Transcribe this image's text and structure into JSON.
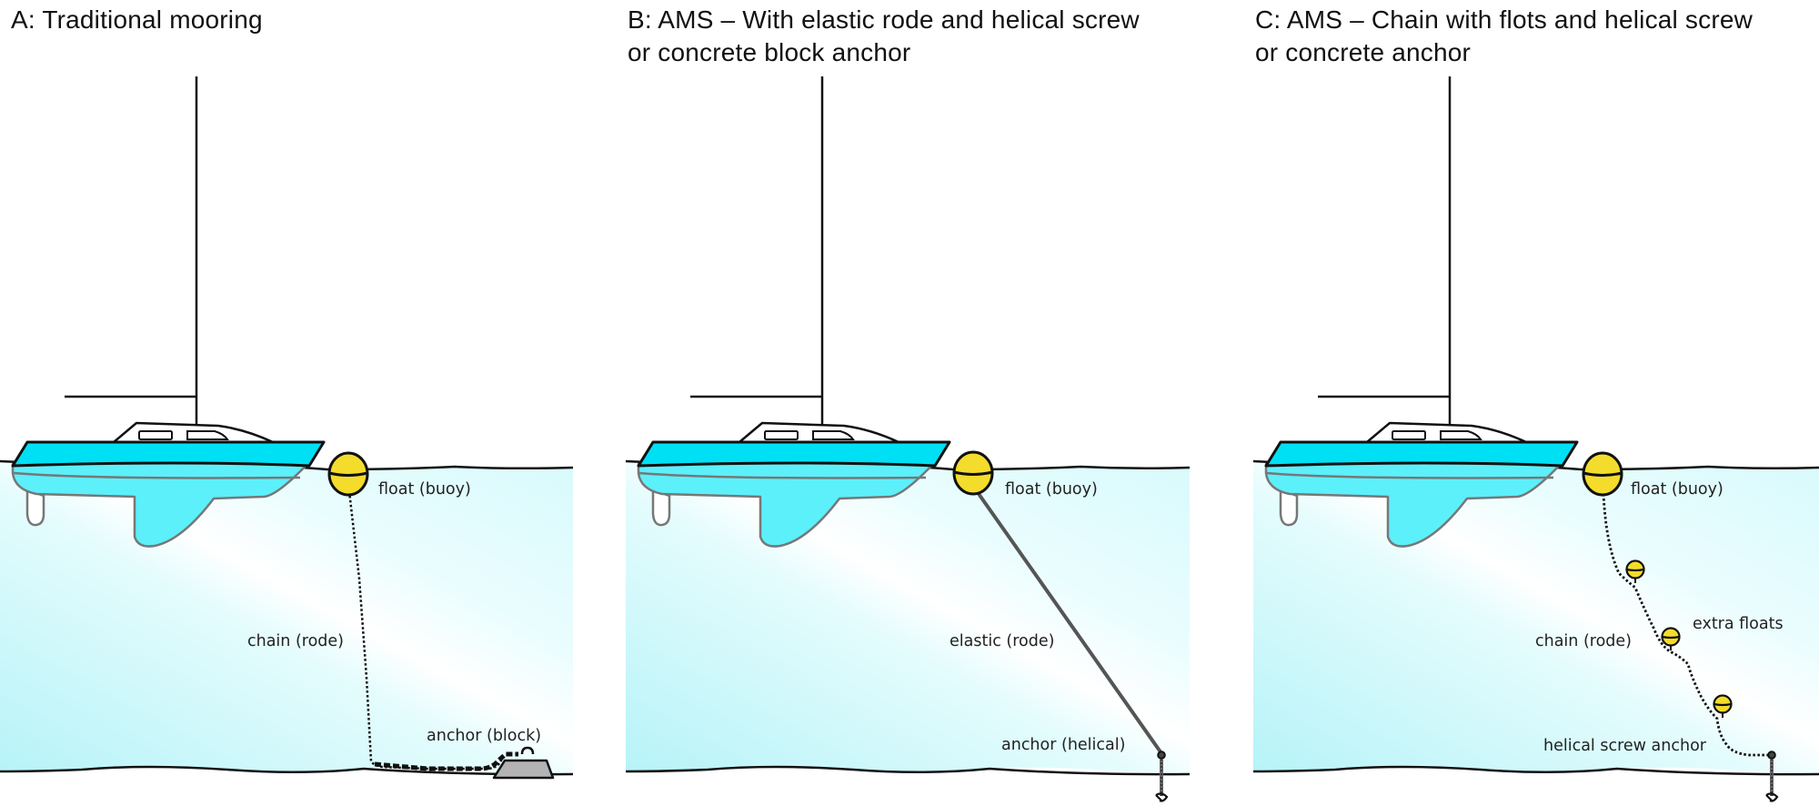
{
  "panels": [
    {
      "id": "A",
      "title_lines": [
        "A: Traditional mooring"
      ],
      "labels": {
        "float": "float (buoy)",
        "rode": "chain (rode)",
        "anchor": "anchor (block)"
      },
      "rode_type": "chain",
      "anchor_type": "concrete-block"
    },
    {
      "id": "B",
      "title_lines": [
        "B: AMS – With elastic rode and helical screw",
        "or concrete block anchor"
      ],
      "labels": {
        "float": "float (buoy)",
        "rode": "elastic (rode)",
        "anchor": "anchor (helical)"
      },
      "rode_type": "elastic",
      "anchor_type": "helical-screw"
    },
    {
      "id": "C",
      "title_lines": [
        "C: AMS – Chain with flots and helical screw",
        "or concrete anchor"
      ],
      "labels": {
        "float": "float (buoy)",
        "rode": "chain (rode)",
        "extra": "extra floats",
        "anchor": "helical screw anchor"
      },
      "rode_type": "chain-with-floats",
      "anchor_type": "helical-screw",
      "extra_float_count": 3
    }
  ],
  "colors": {
    "hull_top": "#00e0f5",
    "hull_below": "#5cf0fb",
    "water_light": "#f2feff",
    "water_dark": "#b8f4f8",
    "buoy": "#f4dc2c",
    "anchor_block": "#b3b3b3",
    "line": "#111111"
  }
}
